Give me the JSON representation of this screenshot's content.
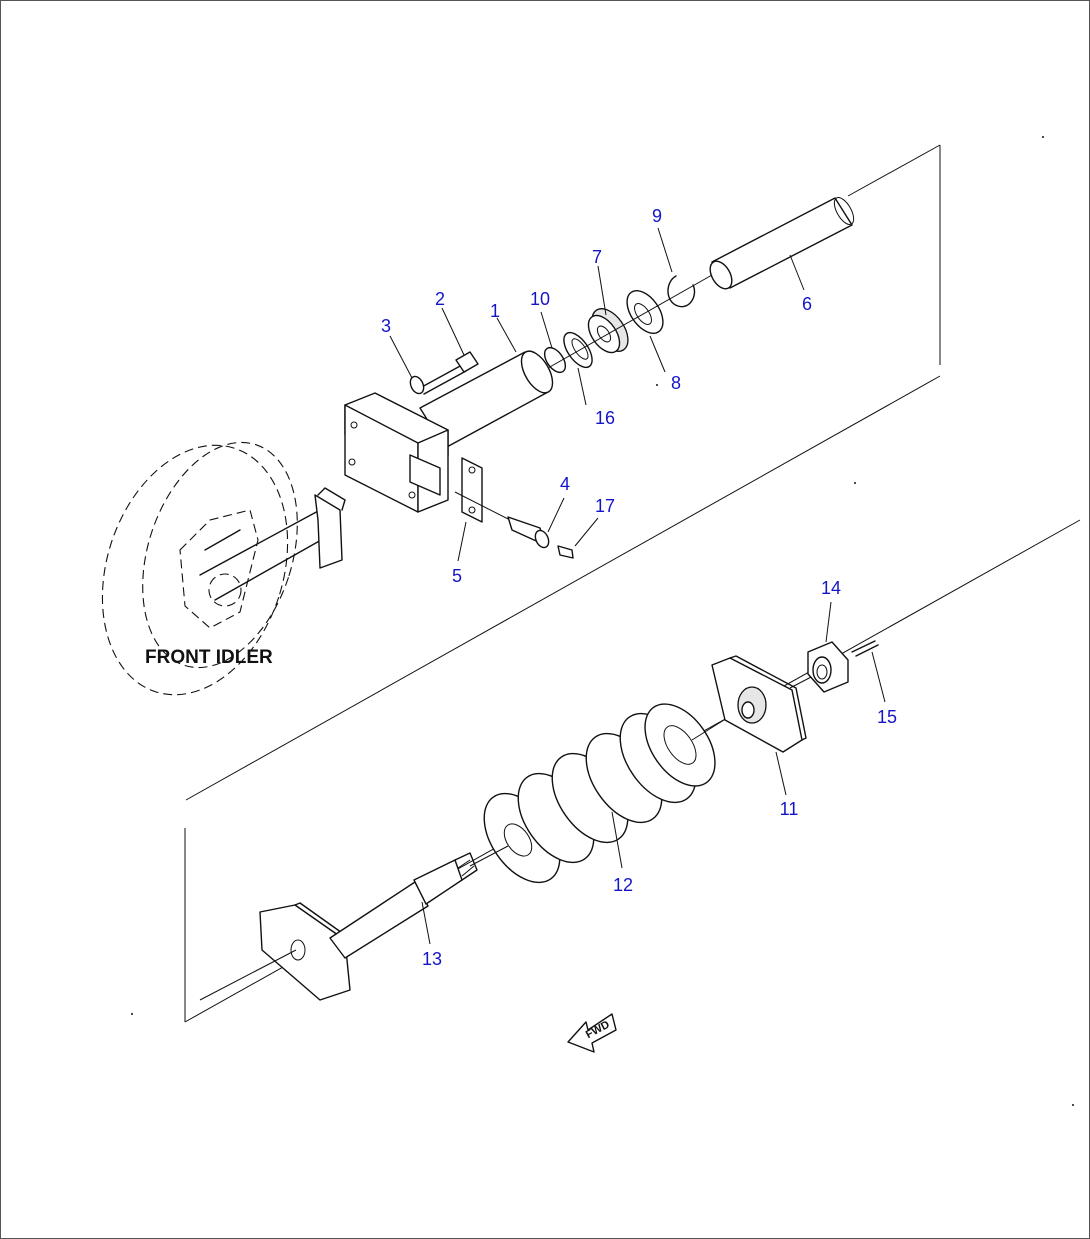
{
  "caption": "FRONT IDLER",
  "fwd_label": "FWD",
  "callouts": [
    {
      "id": "1",
      "label": "1"
    },
    {
      "id": "2",
      "label": "2"
    },
    {
      "id": "3",
      "label": "3"
    },
    {
      "id": "4",
      "label": "4"
    },
    {
      "id": "5",
      "label": "5"
    },
    {
      "id": "6",
      "label": "6"
    },
    {
      "id": "7",
      "label": "7"
    },
    {
      "id": "8",
      "label": "8"
    },
    {
      "id": "9",
      "label": "9"
    },
    {
      "id": "10",
      "label": "10"
    },
    {
      "id": "11",
      "label": "11"
    },
    {
      "id": "12",
      "label": "12"
    },
    {
      "id": "13",
      "label": "13"
    },
    {
      "id": "14",
      "label": "14"
    },
    {
      "id": "15",
      "label": "15"
    },
    {
      "id": "16",
      "label": "16"
    },
    {
      "id": "17",
      "label": "17"
    }
  ],
  "colors": {
    "callout": "#1515c8",
    "line": "#111111",
    "background": "#ffffff"
  }
}
